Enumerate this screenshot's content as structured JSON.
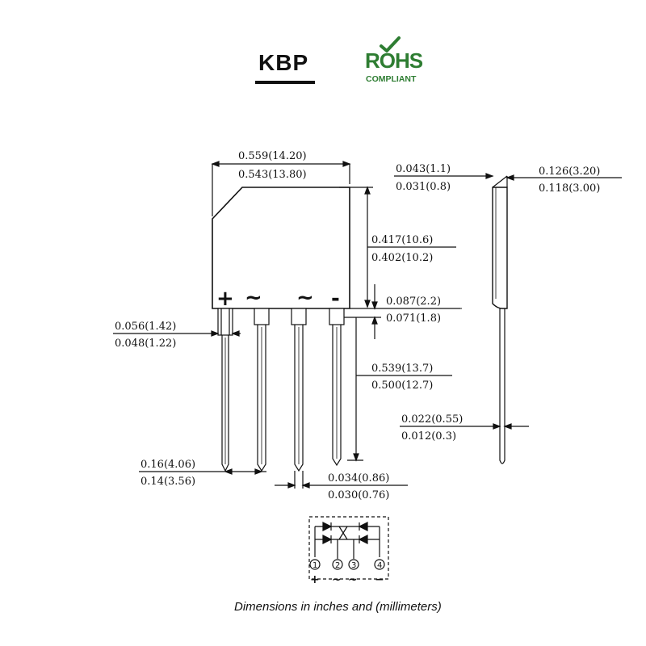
{
  "header": {
    "title": "KBP",
    "rohs_logo": "ROHS",
    "rohs_sub": "COMPLIANT",
    "rohs_color": "#2e7d32"
  },
  "dimensions": {
    "body_width": [
      "0.559(14.20)",
      "0.543(13.80)"
    ],
    "body_height": [
      "0.417(10.6)",
      "0.402(10.2)"
    ],
    "standoff": [
      "0.087(2.2)",
      "0.071(1.8)"
    ],
    "lead_shoulder": [
      "0.056(1.42)",
      "0.048(1.22)"
    ],
    "lead_length": [
      "0.539(13.7)",
      "0.500(12.7)"
    ],
    "pitch": [
      "0.16(4.06)",
      "0.14(3.56)"
    ],
    "lead_width": [
      "0.034(0.86)",
      "0.030(0.76)"
    ],
    "side_lead_top": [
      "0.043(1.1)",
      "0.031(0.8)"
    ],
    "thickness": [
      "0.126(3.20)",
      "0.118(3.00)"
    ],
    "lead_thickness": [
      "0.022(0.55)",
      "0.012(0.3)"
    ]
  },
  "pin_marks": {
    "plus": "+",
    "ac1": "~",
    "ac2": "~",
    "minus": "-"
  },
  "schematic": {
    "pin_numbers": [
      "1",
      "2",
      "3",
      "4"
    ],
    "pin_symbols": [
      "+",
      "~",
      "~",
      "−"
    ]
  },
  "footer": "Dimensions in inches and (millimeters)"
}
